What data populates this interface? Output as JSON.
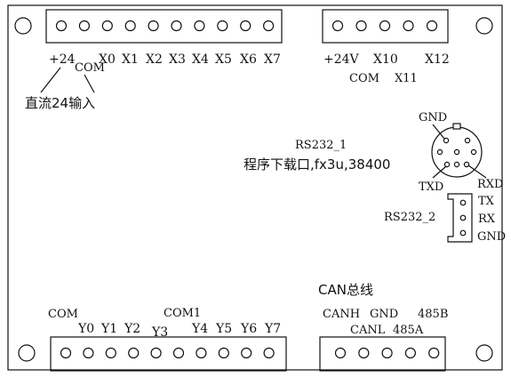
{
  "top_left_terminal": {
    "labels": [
      "+24",
      "X0",
      "X1",
      "X2",
      "X3",
      "X4",
      "X5",
      "X6",
      "X7"
    ],
    "com_label": "COM",
    "note": "直流24输入"
  },
  "top_right_terminal": {
    "labels": [
      "+24V",
      "X10",
      "X12"
    ],
    "com_label": "COM",
    "x11_label": "X11"
  },
  "rs232_1": {
    "title": "RS232_1",
    "description": "程序下载口,fx3u,38400",
    "gnd": "GND",
    "txd": "TXD",
    "rxd": "RXD"
  },
  "rs232_2": {
    "title": "RS232_2",
    "pins": [
      "TX",
      "RX",
      "GND"
    ]
  },
  "bottom_left_terminal": {
    "com_label": "COM",
    "com1_label": "COM1",
    "labels": [
      "Y0",
      "Y1",
      "Y2",
      "Y3",
      "Y4",
      "Y5",
      "Y6",
      "Y7"
    ]
  },
  "can_terminal": {
    "title": "CAN总线",
    "canh": "CANH",
    "gnd": "GND",
    "b485": "485B",
    "canl": "CANL",
    "a485": "485A"
  }
}
